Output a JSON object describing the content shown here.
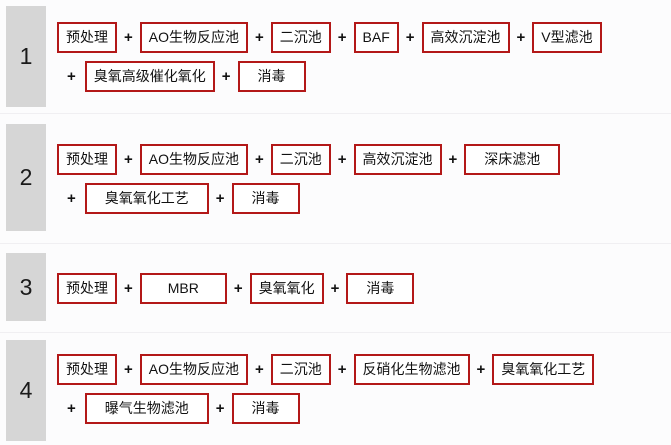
{
  "theme": {
    "page_background": "#fcfcfd",
    "box_border_color": "#b31818",
    "box_fill_color": "#ffffff",
    "index_cell_color": "#d6d6d6",
    "text_color": "#111111",
    "divider_color": "#f0eff2"
  },
  "connector": "+",
  "schemes": [
    {
      "index": "1",
      "lines": [
        {
          "lead_connector": false,
          "steps": [
            {
              "label": "预处理",
              "width": "normal"
            },
            {
              "label": "AO生物反应池",
              "width": "normal"
            },
            {
              "label": "二沉池",
              "width": "normal"
            },
            {
              "label": "BAF",
              "width": "normal"
            },
            {
              "label": "高效沉淀池",
              "width": "normal"
            },
            {
              "label": "V型滤池",
              "width": "normal"
            }
          ]
        },
        {
          "lead_connector": true,
          "steps": [
            {
              "label": "臭氧高级催化氧化",
              "width": "normal"
            },
            {
              "label": "消毒",
              "width": "wide"
            }
          ]
        }
      ]
    },
    {
      "index": "2",
      "lines": [
        {
          "lead_connector": false,
          "steps": [
            {
              "label": "预处理",
              "width": "normal"
            },
            {
              "label": "AO生物反应池",
              "width": "normal"
            },
            {
              "label": "二沉池",
              "width": "normal"
            },
            {
              "label": "高效沉淀池",
              "width": "normal"
            },
            {
              "label": "深床滤池",
              "width": "wide"
            }
          ]
        },
        {
          "lead_connector": true,
          "steps": [
            {
              "label": "臭氧氧化工艺",
              "width": "wide"
            },
            {
              "label": "消毒",
              "width": "wide"
            }
          ]
        }
      ]
    },
    {
      "index": "3",
      "lines": [
        {
          "lead_connector": false,
          "steps": [
            {
              "label": "预处理",
              "width": "normal"
            },
            {
              "label": "MBR",
              "width": "xwide"
            },
            {
              "label": "臭氧氧化",
              "width": "normal"
            },
            {
              "label": "消毒",
              "width": "wide"
            }
          ]
        }
      ]
    },
    {
      "index": "4",
      "lines": [
        {
          "lead_connector": false,
          "steps": [
            {
              "label": "预处理",
              "width": "normal"
            },
            {
              "label": "AO生物反应池",
              "width": "normal"
            },
            {
              "label": "二沉池",
              "width": "normal"
            },
            {
              "label": "反硝化生物滤池",
              "width": "normal"
            },
            {
              "label": "臭氧氧化工艺",
              "width": "normal"
            }
          ]
        },
        {
          "lead_connector": true,
          "steps": [
            {
              "label": "曝气生物滤池",
              "width": "wide"
            },
            {
              "label": "消毒",
              "width": "wide"
            }
          ]
        }
      ]
    }
  ]
}
